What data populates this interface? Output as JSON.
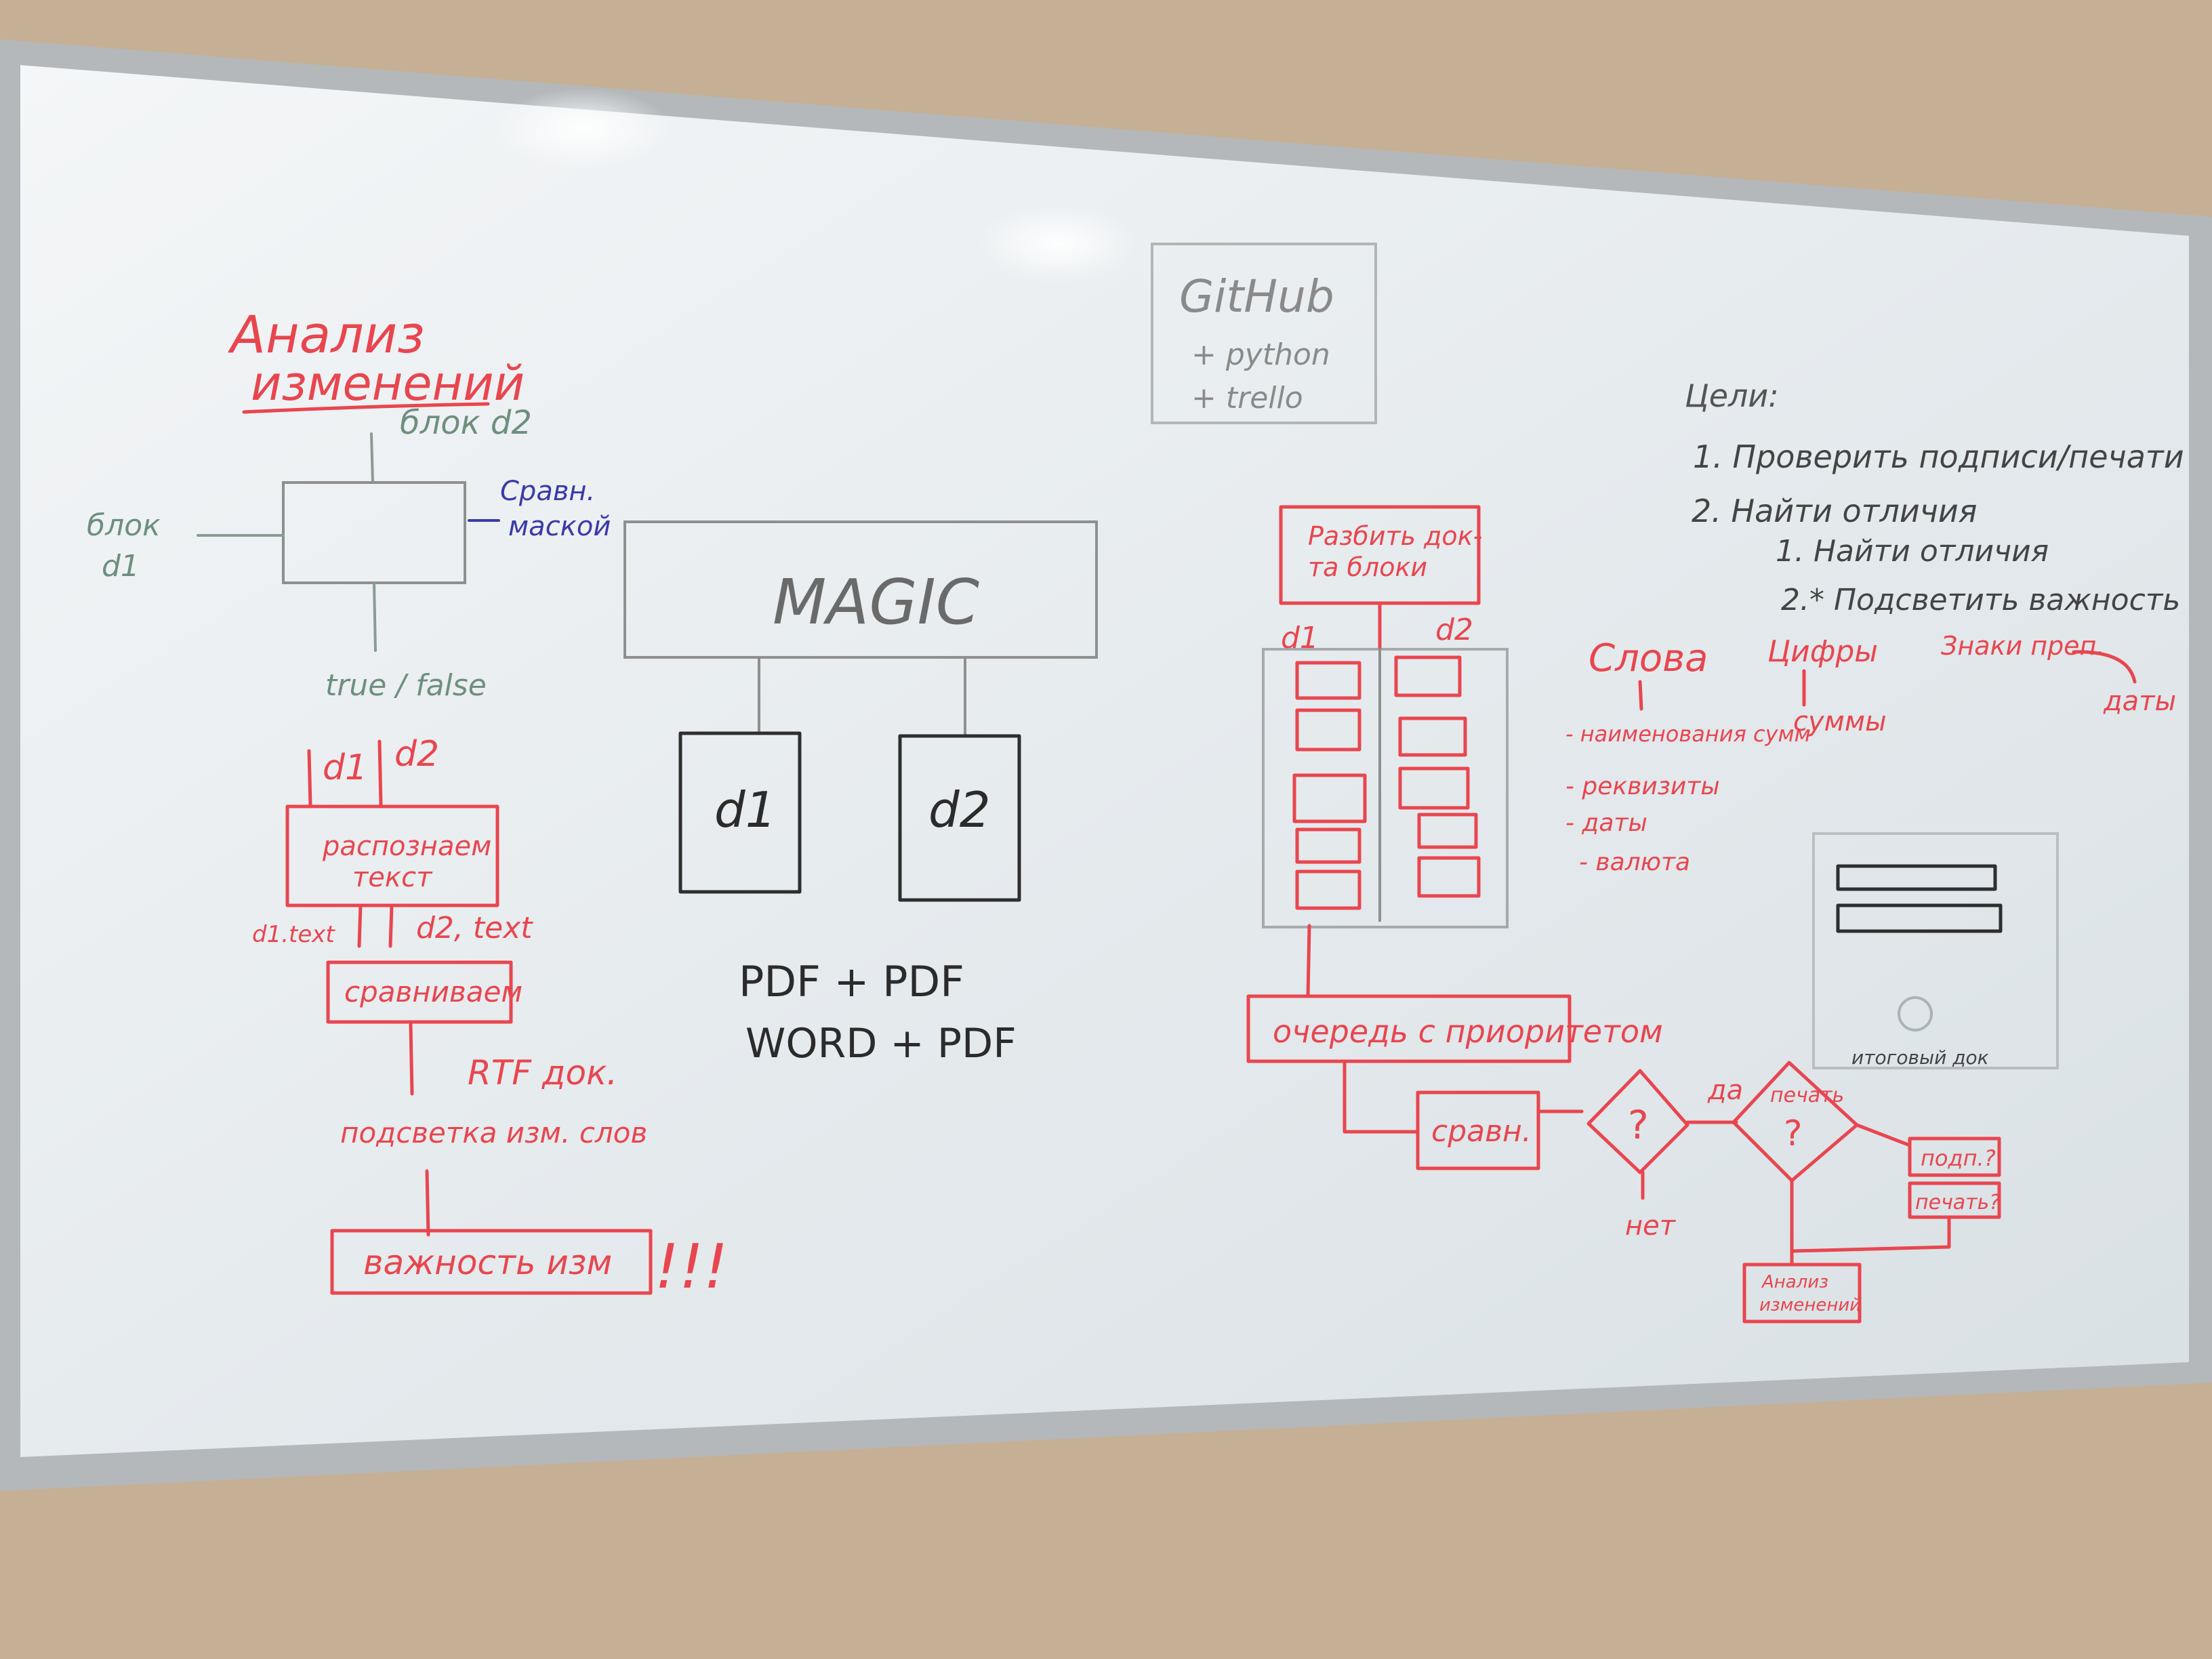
{
  "colors": {
    "wall": "#c4ad92",
    "frame": "#b9bcbf",
    "board": "#eaeef0",
    "marker_red": "#e8464f",
    "marker_black": "#2b2b2b",
    "marker_green": "#6e8f7e",
    "marker_blue": "#3a3aa8"
  },
  "left": {
    "title_1": "Анализ",
    "title_2": "изменений",
    "block_d2": "блок d2",
    "block_d1_a": "блок",
    "block_d1_b": "d1",
    "compare_a": "Сравн.",
    "compare_b": "маской",
    "true_false": "true / false",
    "d1": "d1",
    "d2": "d2",
    "recognize_a": "распознаем",
    "recognize_b": "текст",
    "d1_text": "d1.text",
    "d2_text": "d2, text",
    "compare_box": "сравниваем",
    "rtf": "RTF док.",
    "highlight": "подсветка изм. слов",
    "importance": "важность изм",
    "exclaim": "!!!"
  },
  "center": {
    "magic": "MAGIC",
    "doc1": "d1",
    "doc2": "d2",
    "formats": [
      "PDF + PDF",
      "WORD + PDF"
    ],
    "stack": [
      "GitHub",
      "+ python",
      "+ trello"
    ]
  },
  "flow": {
    "split": [
      "Разбить док-",
      "та блоки"
    ],
    "col_d1": "d1",
    "col_d2": "d2",
    "queue": "очередь с приоритетом",
    "compare": "сравн.",
    "question": "?",
    "yes": "да",
    "no": "нет",
    "sign_a": "печать",
    "sign_b": "?",
    "sig_box": "подп.?",
    "stamp_box": "печать?",
    "analysis": [
      "Анализ",
      "изменений"
    ]
  },
  "goals": {
    "heading": "Цели:",
    "items": [
      "1. Проверить подписи/печати",
      "2. Найти отличия",
      "1. Найти отличия",
      "2.* Подсветить важность"
    ],
    "words": "Слова",
    "digits": "Цифры",
    "signs": "Знаки преп.",
    "dates": "даты",
    "sums": "суммы",
    "word_items": [
      "- наименования сумм",
      "- реквизиты",
      "- даты",
      "- валюта"
    ],
    "mock_foot": "итоговый док"
  }
}
